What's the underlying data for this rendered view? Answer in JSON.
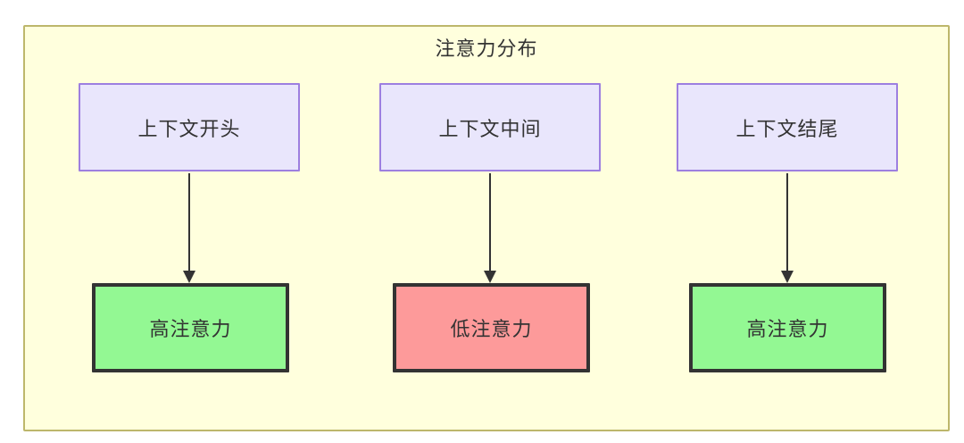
{
  "diagram": {
    "title": "注意力分布",
    "container": {
      "fill": "#ffffdd",
      "stroke": "#bdb76b"
    },
    "nodes": [
      {
        "id": "context-start",
        "label": "上下文开头",
        "type": "context",
        "fill": "#e9e6fc",
        "stroke": "#9d7fe0",
        "column": 1,
        "row": "top"
      },
      {
        "id": "context-middle",
        "label": "上下文中间",
        "type": "context",
        "fill": "#e9e6fc",
        "stroke": "#9d7fe0",
        "column": 2,
        "row": "top"
      },
      {
        "id": "context-end",
        "label": "上下文结尾",
        "type": "context",
        "fill": "#e9e6fc",
        "stroke": "#9d7fe0",
        "column": 3,
        "row": "top"
      },
      {
        "id": "attention-high-start",
        "label": "高注意力",
        "type": "outcome",
        "fill": "#93f893",
        "stroke": "#333333",
        "column": 1,
        "row": "bottom"
      },
      {
        "id": "attention-low-middle",
        "label": "低注意力",
        "type": "outcome",
        "fill": "#fd9a9a",
        "stroke": "#333333",
        "column": 2,
        "row": "bottom"
      },
      {
        "id": "attention-high-end",
        "label": "高注意力",
        "type": "outcome",
        "fill": "#93f893",
        "stroke": "#333333",
        "column": 3,
        "row": "bottom"
      }
    ],
    "edges": [
      {
        "id": "edge-1",
        "from": "context-start",
        "to": "attention-high-start",
        "label": ""
      },
      {
        "id": "edge-2",
        "from": "context-middle",
        "to": "attention-low-middle",
        "label": ""
      },
      {
        "id": "edge-3",
        "from": "context-end",
        "to": "attention-high-end",
        "label": ""
      }
    ]
  }
}
